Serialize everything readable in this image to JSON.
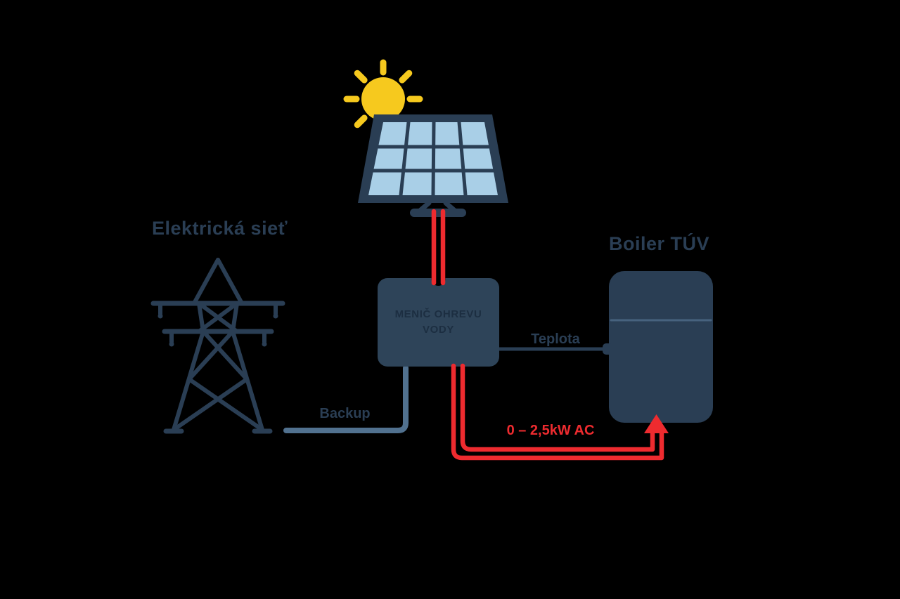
{
  "diagram": {
    "title": "Solar water heating system diagram",
    "labels": {
      "grid": "Elektrická sieť",
      "inverter_line1": "MENIČ OHREVU",
      "inverter_line2": "VODY",
      "boiler": "Boiler TÚV",
      "teplota": "Teplota",
      "backup": "Backup",
      "ac_power": "0 – 2,5kW AC"
    },
    "colors": {
      "background": "#000000",
      "navy": "#2a3e54",
      "navy_dark": "#1c2e41",
      "box_fill": "#2e4459",
      "panel_cell": "#a9cfe7",
      "red": "#ee2b2f",
      "yellow": "#f6c91e",
      "backup_line": "#51718f",
      "boiler_divider": "#47627e"
    }
  }
}
